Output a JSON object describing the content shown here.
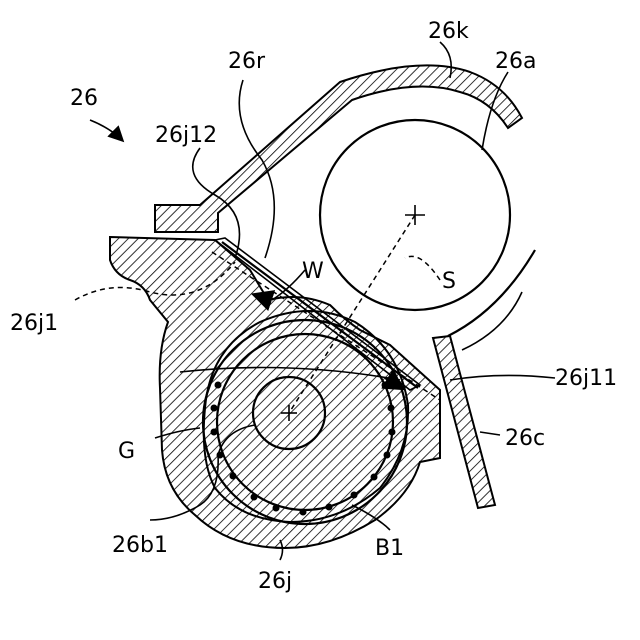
{
  "labels": {
    "unit": "26",
    "cover": "26k",
    "photoconductor": "26a",
    "regulator": "26r",
    "wall_upper": "26j12",
    "w": "W",
    "s": "S",
    "wall_left": "26j1",
    "wall_right": "26j11",
    "blade": "26c",
    "g": "G",
    "roller": "26b1",
    "b1": "B1",
    "housing": "26j"
  }
}
